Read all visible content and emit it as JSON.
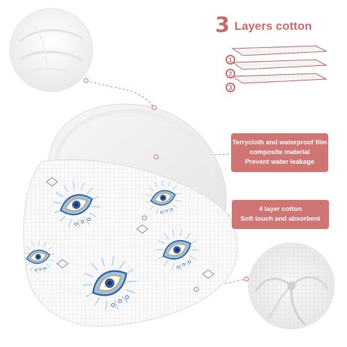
{
  "title": {
    "number": "3",
    "text": "Layers cotton"
  },
  "layers_diagram": {
    "markers": [
      "1",
      "2",
      "3"
    ]
  },
  "callouts": [
    {
      "lines": [
        "Terrycloth and waterproof film",
        "composite material",
        "Prevent water leakage"
      ]
    },
    {
      "lines": [
        "4 layer cotton",
        "Soft touch and absorbent"
      ]
    }
  ],
  "colors": {
    "accent": "#cf7574",
    "title": "#c96a6a",
    "eye_blue": "#2f5f9e",
    "eye_light_blue": "#9cc2e2",
    "eye_gold": "#c9a15a",
    "fabric_white": "#f4f4f4"
  },
  "icons": [
    "layers-diagram-icon",
    "evil-eye-pattern",
    "terry-texture-icon",
    "muslin-texture-icon"
  ]
}
